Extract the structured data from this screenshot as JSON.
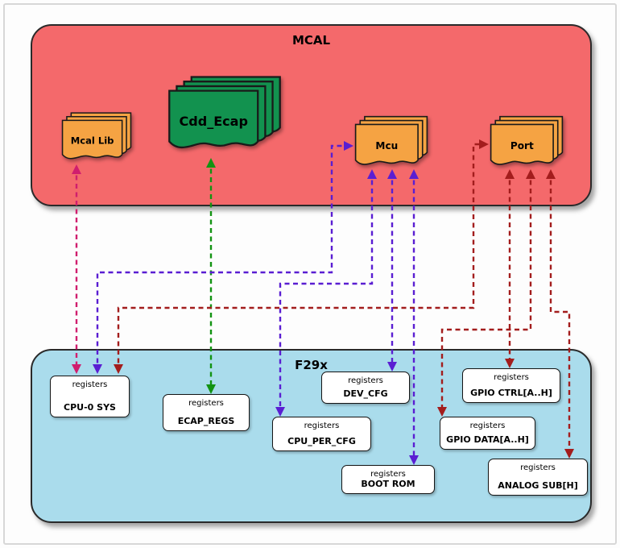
{
  "mcal_block": {
    "title": "MCAL",
    "fill": "#f4696b",
    "components": {
      "mcal_lib": {
        "label": "Mcal Lib",
        "fill": "#f5a343"
      },
      "cdd_ecap": {
        "label": "Cdd_Ecap",
        "fill": "#12924f"
      },
      "mcu": {
        "label": "Mcu",
        "fill": "#f5a343"
      },
      "port": {
        "label": "Port",
        "fill": "#f5a343"
      }
    }
  },
  "f29x_block": {
    "title": "F29x",
    "fill": "#aadcec",
    "registers": {
      "cpu0_sys": {
        "tag": "registers",
        "name": "CPU-0 SYS"
      },
      "ecap_regs": {
        "tag": "registers",
        "name": "ECAP_REGS"
      },
      "dev_cfg": {
        "tag": "registers",
        "name": "DEV_CFG"
      },
      "cpu_per_cfg": {
        "tag": "registers",
        "name": "CPU_PER_CFG"
      },
      "boot_rom": {
        "tag": "registers",
        "name": "BOOT ROM"
      },
      "gpio_ctrl": {
        "tag": "registers",
        "name": "GPIO CTRL[A..H]"
      },
      "gpio_data": {
        "tag": "registers",
        "name": "GPIO DATA[A..H]"
      },
      "analog_sub": {
        "tag": "registers",
        "name": "ANALOG SUB[H]"
      }
    }
  },
  "arrows": {
    "colors": {
      "pink": "#d01e6e",
      "green": "#129312",
      "purple": "#5a1ed2",
      "dark_red": "#a31d1d"
    }
  }
}
